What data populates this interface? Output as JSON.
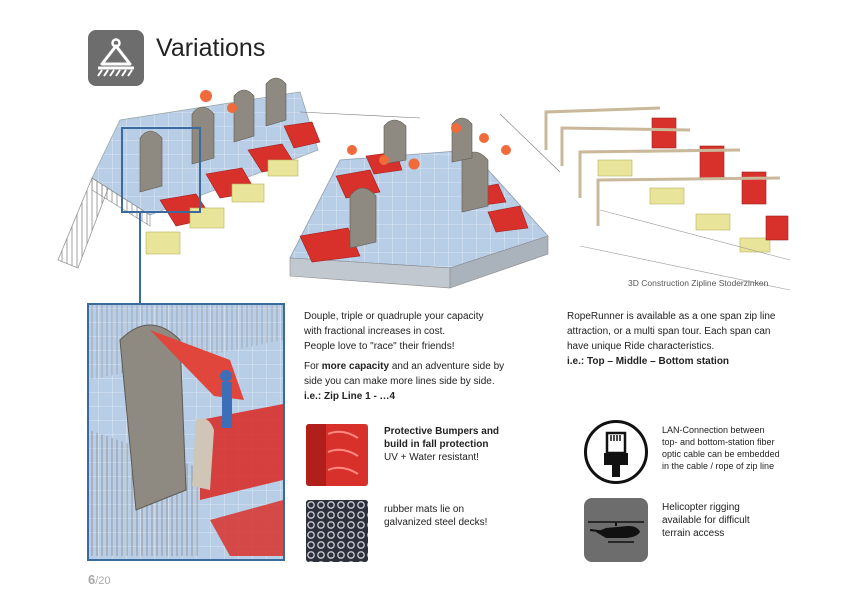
{
  "header": {
    "title": "Variations",
    "logo_icon": "zipline-trolley-icon"
  },
  "scene_caption": "3D Construction Zipline Stoderzinken",
  "left_text": {
    "line1": "Douple, triple or quadruple your capacity",
    "line2": "with fractional increases in cost.",
    "line3": "People love to \"race\" their friends!",
    "line4_pre": "For ",
    "line4_bold": "more capacity",
    "line4_post": " and an adventure side by",
    "line5": "side you can make more lines side by side.",
    "line6": "i.e.: Zip Line 1 - …4"
  },
  "right_text": {
    "line1": "RopeRunner is available as a one span zip line",
    "line2": "attraction, or a multi span tour. Each span can",
    "line3": "have unique Ride characteristics.",
    "line4": "i.e.: Top – Middle – Bottom station"
  },
  "features": {
    "bumpers": {
      "line1": "Protective Bumpers and",
      "line2": "build in fall protection",
      "line3": "UV + Water resistant!",
      "icon": "red-bumper-icon"
    },
    "mats": {
      "line1": "rubber mats lie on",
      "line2": "galvanized steel decks!",
      "icon": "rubber-mat-icon"
    },
    "lan": {
      "line1": "LAN-Connection between",
      "line2": "top- and bottom-station  fiber",
      "line3": "optic cable can be embedded",
      "line4": "in the cable / rope of zip line",
      "icon": "ethernet-plug-icon"
    },
    "heli": {
      "line1": "Helicopter rigging",
      "line2": "available for difficult",
      "line3": "terrain access",
      "icon": "helicopter-icon"
    }
  },
  "page_number": {
    "current": "6",
    "total": "/20"
  },
  "colors": {
    "accent_blue": "#3b6a9e",
    "red": "#d8312c",
    "deck_blue": "#a9c3e0",
    "logo_gray": "#6d6d6d"
  }
}
